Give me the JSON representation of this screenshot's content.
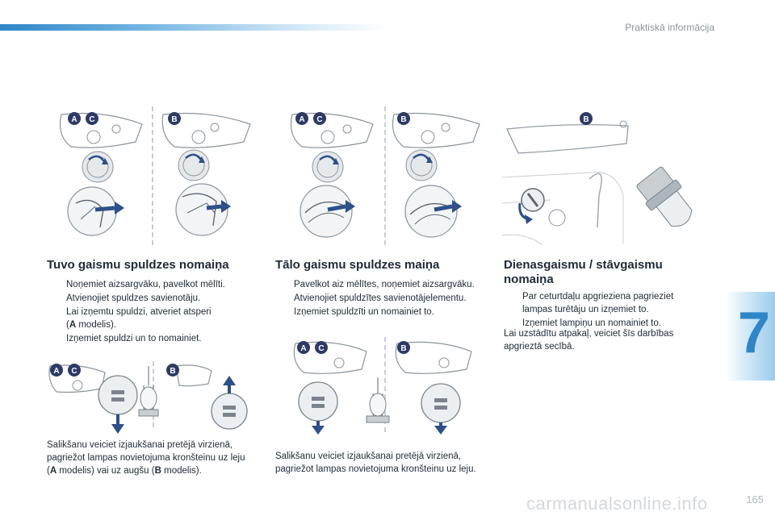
{
  "header": {
    "running_head": "Praktiskā informācija"
  },
  "chapter": {
    "number": "7"
  },
  "footer": {
    "page_number": "165",
    "watermark": "carmanualsonline.info"
  },
  "bullet_glyph": "",
  "figure_labels": {
    "a": "A",
    "c": "C",
    "b": "B"
  },
  "sections": {
    "low_beam": {
      "title": "Tuvo gaismu spuldzes nomaiņa",
      "steps": [
        "Noņemiet aizsargvāku, pavelkot mēlīti.",
        "Atvienojiet spuldzes savienotāju.",
        "Lai izņemtu spuldzi, atveriet atsperi",
        "Izņemiet spuldzi un to nomainiet."
      ],
      "step3_cont_label": "A",
      "step3_cont_text": " modelis).",
      "note_part1": "Salikšanu veiciet izjaukšanai pretējā virzienā, pagriežot lampas novietojuma kronšteinu uz leju (",
      "note_label_a": "A",
      "note_part2": " modelis) vai uz augšu (",
      "note_label_b": "B",
      "note_part3": " modelis)."
    },
    "high_beam": {
      "title": "Tālo gaismu spuldzes maiņa",
      "steps": [
        "Pavelkot aiz mēlītes, noņemiet aizsargvāku.",
        "Atvienojiet spuldzītes savienotājelementu.",
        "Izņemiet spuldzīti un nomainiet to."
      ],
      "note": "Salikšanu veiciet izjaukšanai pretējā virzienā, pagriežot lampas novietojuma kronšteinu uz leju."
    },
    "daytime": {
      "title_line1": "Dienasgaismu / stāvgaismu",
      "title_line2": "nomaiņa",
      "steps": [
        "Par ceturtdaļu apgrieziena pagrieziet lampas turētāju un izņemiet to.",
        "Izņemiet lampiņu un nomainiet to."
      ],
      "note": "Lai uzstādītu atpakaļ, veiciet šīs darbības apgrieztā secībā."
    }
  },
  "colors": {
    "accent": "#2e86c8",
    "badge": "#2d3a66",
    "arrow": "#2d4f8a"
  }
}
